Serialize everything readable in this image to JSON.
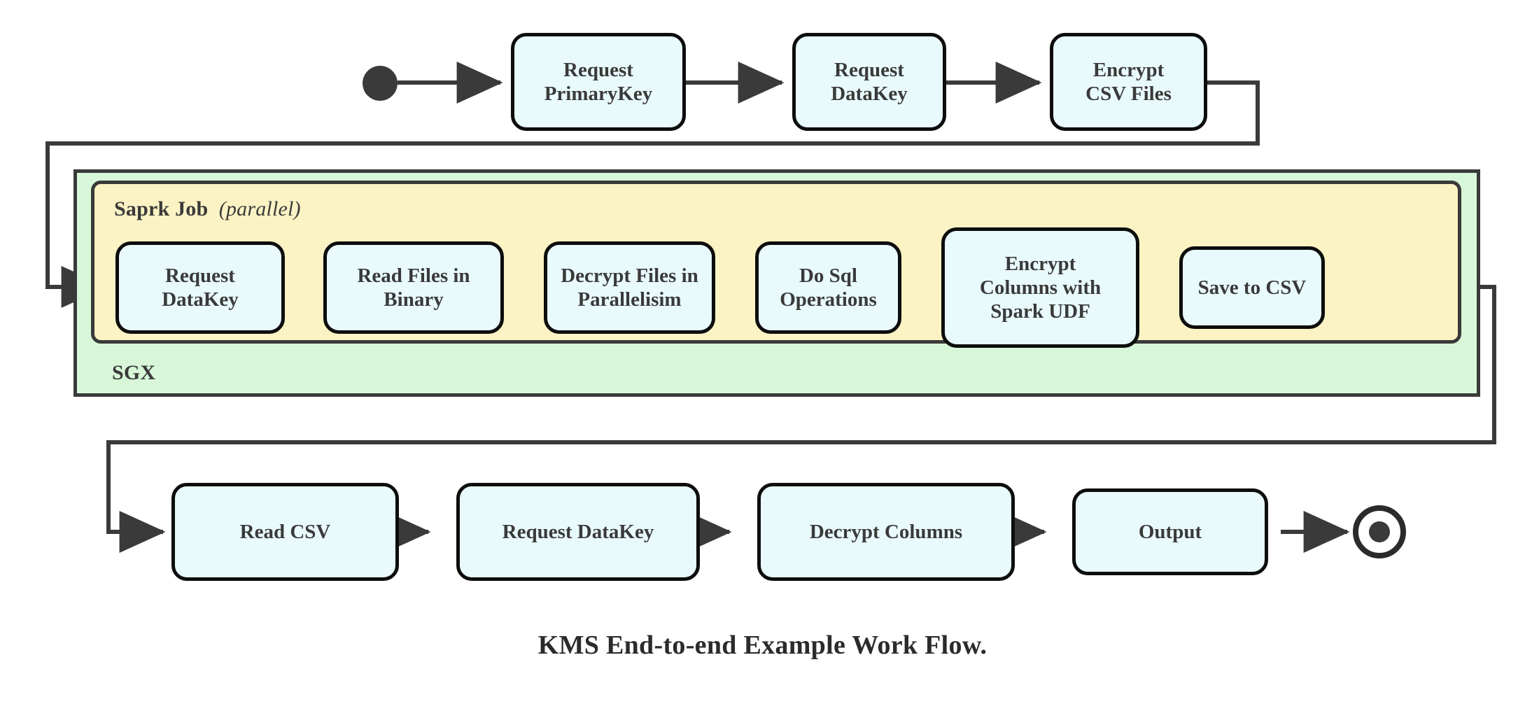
{
  "diagram": {
    "title": "KMS End-to-end Example Work Flow.",
    "type": "activity-flowchart",
    "colors": {
      "node_fill": "#e9fafd",
      "node_stroke": "#0d0d0d",
      "sgx_fill": "#d8f7d8",
      "spark_fill": "#fcf3c4",
      "container_stroke": "#3a3a3a",
      "arrow": "#3a3a3a",
      "text": "#3a3a3a",
      "background": "#ffffff"
    },
    "terminals": {
      "start_label": "start-node",
      "end_label": "end-node"
    },
    "containers": {
      "sgx": {
        "label": "SGX"
      },
      "spark": {
        "label_bold": "Saprk Job",
        "label_italic": "(parallel)"
      }
    },
    "rows": {
      "top": [
        {
          "id": "request-primarykey",
          "lines": [
            "Request",
            "PrimaryKey"
          ]
        },
        {
          "id": "request-datakey-top",
          "lines": [
            "Request",
            "DataKey"
          ]
        },
        {
          "id": "encrypt-csv-files",
          "lines": [
            "Encrypt",
            "CSV Files"
          ]
        }
      ],
      "spark": [
        {
          "id": "request-datakey-spark",
          "lines": [
            "Request",
            "DataKey"
          ]
        },
        {
          "id": "read-files-in-binary",
          "lines": [
            "Read Files in",
            "Binary"
          ]
        },
        {
          "id": "decrypt-files-in-parallelisim",
          "lines": [
            "Decrypt Files in",
            "Parallelisim"
          ]
        },
        {
          "id": "do-sql-operations",
          "lines": [
            "Do Sql",
            "Operations"
          ]
        },
        {
          "id": "encrypt-columns-with-spark-udf",
          "lines": [
            "Encrypt",
            "Columns with",
            "Spark UDF"
          ]
        },
        {
          "id": "save-to-csv",
          "lines": [
            "Save to CSV"
          ]
        }
      ],
      "bottom": [
        {
          "id": "read-csv",
          "lines": [
            "Read CSV"
          ]
        },
        {
          "id": "request-datakey-bottom",
          "lines": [
            "Request DataKey"
          ]
        },
        {
          "id": "decrypt-columns",
          "lines": [
            "Decrypt Columns"
          ]
        },
        {
          "id": "output",
          "lines": [
            "Output"
          ]
        }
      ]
    },
    "flow_sequence": [
      "start",
      "Request PrimaryKey",
      "Request DataKey",
      "Encrypt CSV Files",
      "Request DataKey",
      "Read Files in Binary",
      "Decrypt Files in Parallelisim",
      "Do Sql Operations",
      "Encrypt Columns with Spark UDF",
      "Save to CSV",
      "Read CSV",
      "Request DataKey",
      "Decrypt Columns",
      "Output",
      "end"
    ]
  }
}
